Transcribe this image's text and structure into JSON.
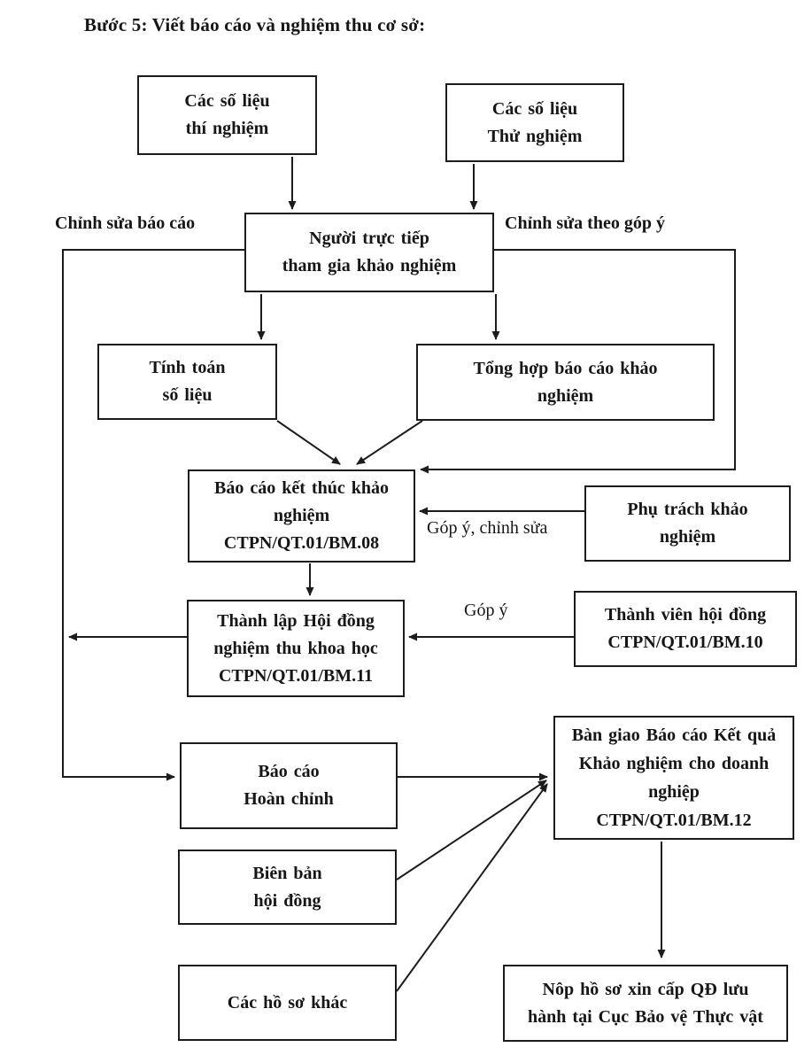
{
  "title": "Bước 5: Viết báo cáo và nghiệm thu cơ sở:",
  "colors": {
    "line": "#1c1c1c",
    "text": "#161616",
    "background": "#ffffff"
  },
  "nodes": {
    "so_lieu_thi_nghiem": {
      "label": "Các số liệu\nthí nghiệm"
    },
    "so_lieu_thu_nghiem": {
      "label": "Các số liệu\nThử nghiệm"
    },
    "nguoi_truc_tiep": {
      "label": "Người trực tiếp\ntham gia khảo nghiệm"
    },
    "tinh_toan_so_lieu": {
      "label": "Tính toán\nsố liệu"
    },
    "tong_hop_bao_cao": {
      "label": "Tổng hợp báo cáo khảo\nnghiệm"
    },
    "bao_cao_ket_thuc": {
      "label": "Báo cáo kết thúc khảo\nnghiệm\nCTPN/QT.01/BM.08"
    },
    "phu_trach_khao_nghiem": {
      "label": "Phụ trách khảo\nnghiệm"
    },
    "thanh_lap_hoi_dong": {
      "label": "Thành lập Hội đồng\nnghiệm thu khoa học\nCTPN/QT.01/BM.11"
    },
    "thanh_vien_hoi_dong": {
      "label": "Thành viên hội đồng\nCTPN/QT.01/BM.10"
    },
    "bao_cao_hoan_chinh": {
      "label": "Báo cáo\nHoàn chỉnh"
    },
    "ban_giao_bao_cao": {
      "label": "Bàn giao Báo cáo Kết quả\nKhảo nghiệm cho doanh\nnghiệp\nCTPN/QT.01/BM.12"
    },
    "bien_ban_hoi_dong": {
      "label": "Biên bản\nhội đồng"
    },
    "cac_ho_so_khac": {
      "label": "Các hồ sơ khác"
    },
    "nop_ho_so": {
      "label": "Nôp hồ sơ xin cấp QĐ lưu\nhành tại Cục Bảo vệ Thực vật"
    }
  },
  "edge_labels": {
    "chinh_sua_bao_cao": "Chỉnh sửa báo cáo",
    "chinh_sua_theo_gop_y": "Chỉnh sửa theo góp ý",
    "gop_y_chinh_sua": "Góp ý, chỉnh sửa",
    "gop_y": "Góp ý"
  }
}
